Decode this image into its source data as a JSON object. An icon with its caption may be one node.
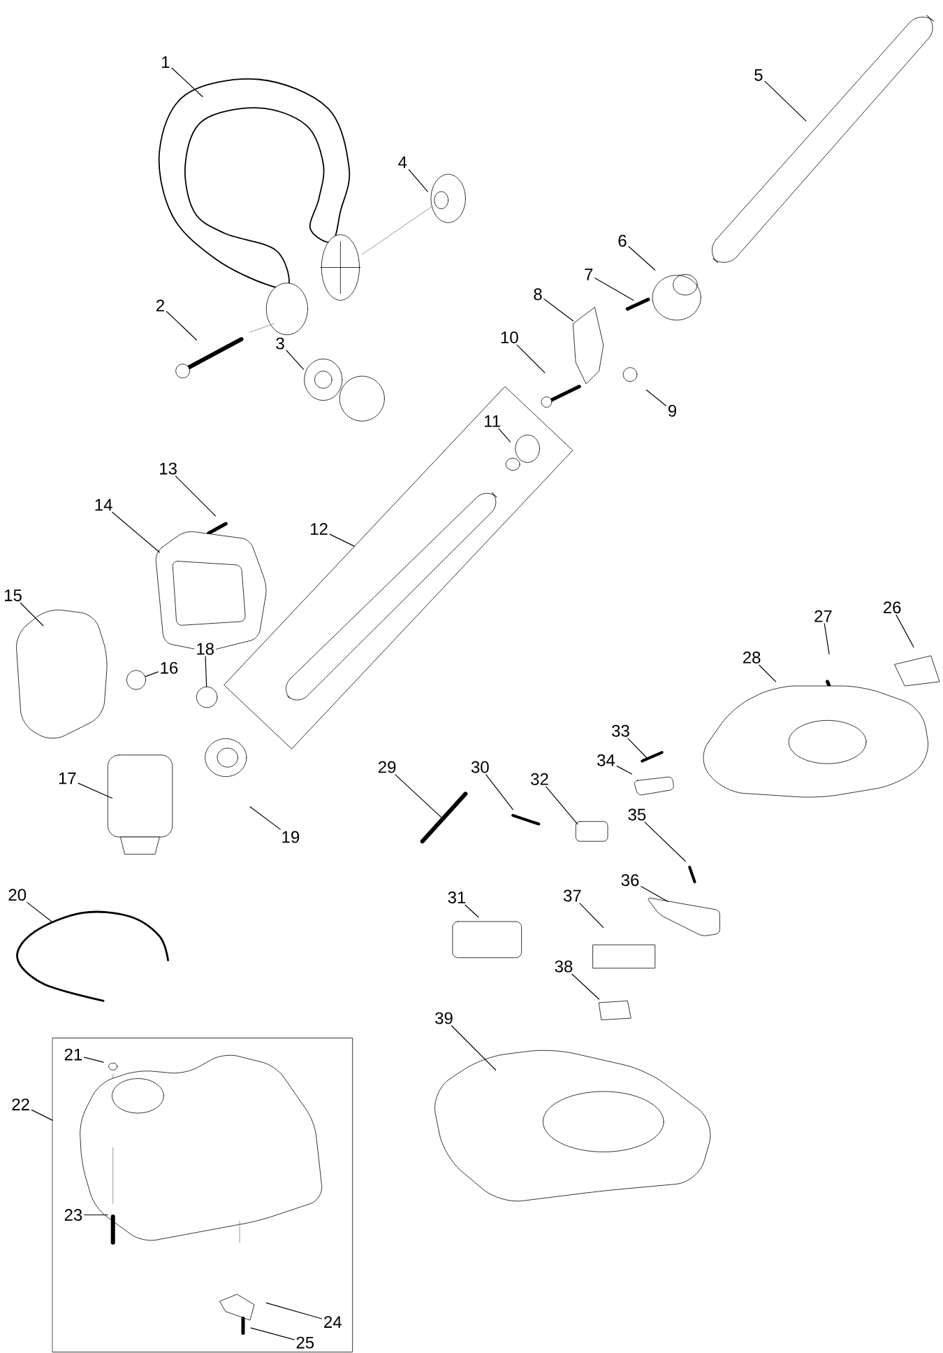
{
  "diagram": {
    "nodes": [
      {
        "text": [
          "1"
        ]
      },
      {
        "text": [
          "2"
        ]
      },
      {
        "text": [
          "3"
        ]
      },
      {
        "text": [
          "4"
        ]
      },
      {
        "text": [
          "5"
        ]
      },
      {
        "text": [
          "6"
        ]
      },
      {
        "text": [
          "7"
        ]
      },
      {
        "text": [
          "8"
        ]
      },
      {
        "text": [
          "9"
        ]
      },
      {
        "text": [
          "10"
        ]
      },
      {
        "text": [],
        "shape": "box"
      },
      {
        "text": [
          "11"
        ],
        "in": 10
      },
      {
        "text": [
          "12"
        ]
      },
      {
        "text": [
          "13"
        ]
      },
      {
        "text": [
          "14"
        ]
      },
      {
        "text": [
          "15"
        ]
      },
      {
        "text": [
          "16"
        ]
      },
      {
        "text": [
          "17"
        ]
      },
      {
        "text": [
          "18"
        ]
      },
      {
        "text": [
          "19"
        ]
      },
      {
        "text": [
          "20"
        ]
      },
      {
        "text": [],
        "shape": "box"
      },
      {
        "text": [
          "21"
        ],
        "in": 21
      },
      {
        "text": [
          "22"
        ]
      },
      {
        "text": [
          "23"
        ],
        "in": 21
      },
      {
        "text": [
          "24"
        ],
        "in": 21
      },
      {
        "text": [
          "25"
        ],
        "in": 21
      },
      {
        "text": [
          "26"
        ]
      },
      {
        "text": [
          "27"
        ]
      },
      {
        "text": [
          "28"
        ]
      },
      {
        "text": [
          "29"
        ]
      },
      {
        "text": [
          "30"
        ]
      },
      {
        "text": [
          "31"
        ]
      },
      {
        "text": [
          "32"
        ]
      },
      {
        "text": [
          "33"
        ]
      },
      {
        "text": [
          "34"
        ]
      },
      {
        "text": [
          "35"
        ]
      },
      {
        "text": [
          "36"
        ]
      },
      {
        "text": [
          "37"
        ]
      },
      {
        "text": [
          "38"
        ]
      },
      {
        "text": [
          "39"
        ]
      },
      {
        "text": [],
        "shape": "circle"
      },
      {
        "text": [],
        "shape": "circle"
      }
    ],
    "edges": [
      {
        "from": 0,
        "to": null,
        "arrow": "none"
      },
      {
        "from": 1,
        "to": null,
        "arrow": "none"
      },
      {
        "from": 2,
        "to": null,
        "arrow": "none"
      },
      {
        "from": 3,
        "to": null,
        "arrow": "none"
      },
      {
        "from": 4,
        "to": null,
        "arrow": "none"
      },
      {
        "from": 5,
        "to": null,
        "arrow": "none"
      },
      {
        "from": 6,
        "to": null,
        "arrow": "none"
      },
      {
        "from": 7,
        "to": null,
        "arrow": "none"
      },
      {
        "from": 8,
        "to": null,
        "arrow": "none"
      },
      {
        "from": 9,
        "to": null,
        "arrow": "none"
      },
      {
        "from": 11,
        "to": null,
        "arrow": "none"
      },
      {
        "from": 12,
        "to": 10,
        "arrow": "none"
      },
      {
        "from": 13,
        "to": null,
        "arrow": "none"
      },
      {
        "from": 14,
        "to": null,
        "arrow": "none"
      },
      {
        "from": 15,
        "to": null,
        "arrow": "none"
      },
      {
        "from": 16,
        "to": 41,
        "arrow": "none"
      },
      {
        "from": 17,
        "to": null,
        "arrow": "none"
      },
      {
        "from": 18,
        "to": 42,
        "arrow": "none"
      },
      {
        "from": 19,
        "to": null,
        "arrow": "none"
      },
      {
        "from": 20,
        "to": null,
        "arrow": "none"
      },
      {
        "from": 22,
        "to": null,
        "arrow": "none"
      },
      {
        "from": 23,
        "to": 21,
        "arrow": "none"
      },
      {
        "from": 24,
        "to": null,
        "arrow": "none"
      },
      {
        "from": 25,
        "to": null,
        "arrow": "none"
      },
      {
        "from": 26,
        "to": null,
        "arrow": "none"
      },
      {
        "from": 27,
        "to": null,
        "arrow": "none"
      },
      {
        "from": 28,
        "to": null,
        "arrow": "none"
      },
      {
        "from": 29,
        "to": null,
        "arrow": "none"
      },
      {
        "from": 30,
        "to": null,
        "arrow": "none"
      },
      {
        "from": 31,
        "to": null,
        "arrow": "none"
      },
      {
        "from": 32,
        "to": null,
        "arrow": "none"
      },
      {
        "from": 33,
        "to": null,
        "arrow": "none"
      },
      {
        "from": 34,
        "to": null,
        "arrow": "none"
      },
      {
        "from": 35,
        "to": null,
        "arrow": "none"
      },
      {
        "from": 36,
        "to": null,
        "arrow": "none"
      },
      {
        "from": 37,
        "to": null,
        "arrow": "none"
      },
      {
        "from": 38,
        "to": null,
        "arrow": "none"
      },
      {
        "from": 39,
        "to": null,
        "arrow": "none"
      },
      {
        "from": 40,
        "to": null,
        "arrow": "none"
      }
    ]
  }
}
